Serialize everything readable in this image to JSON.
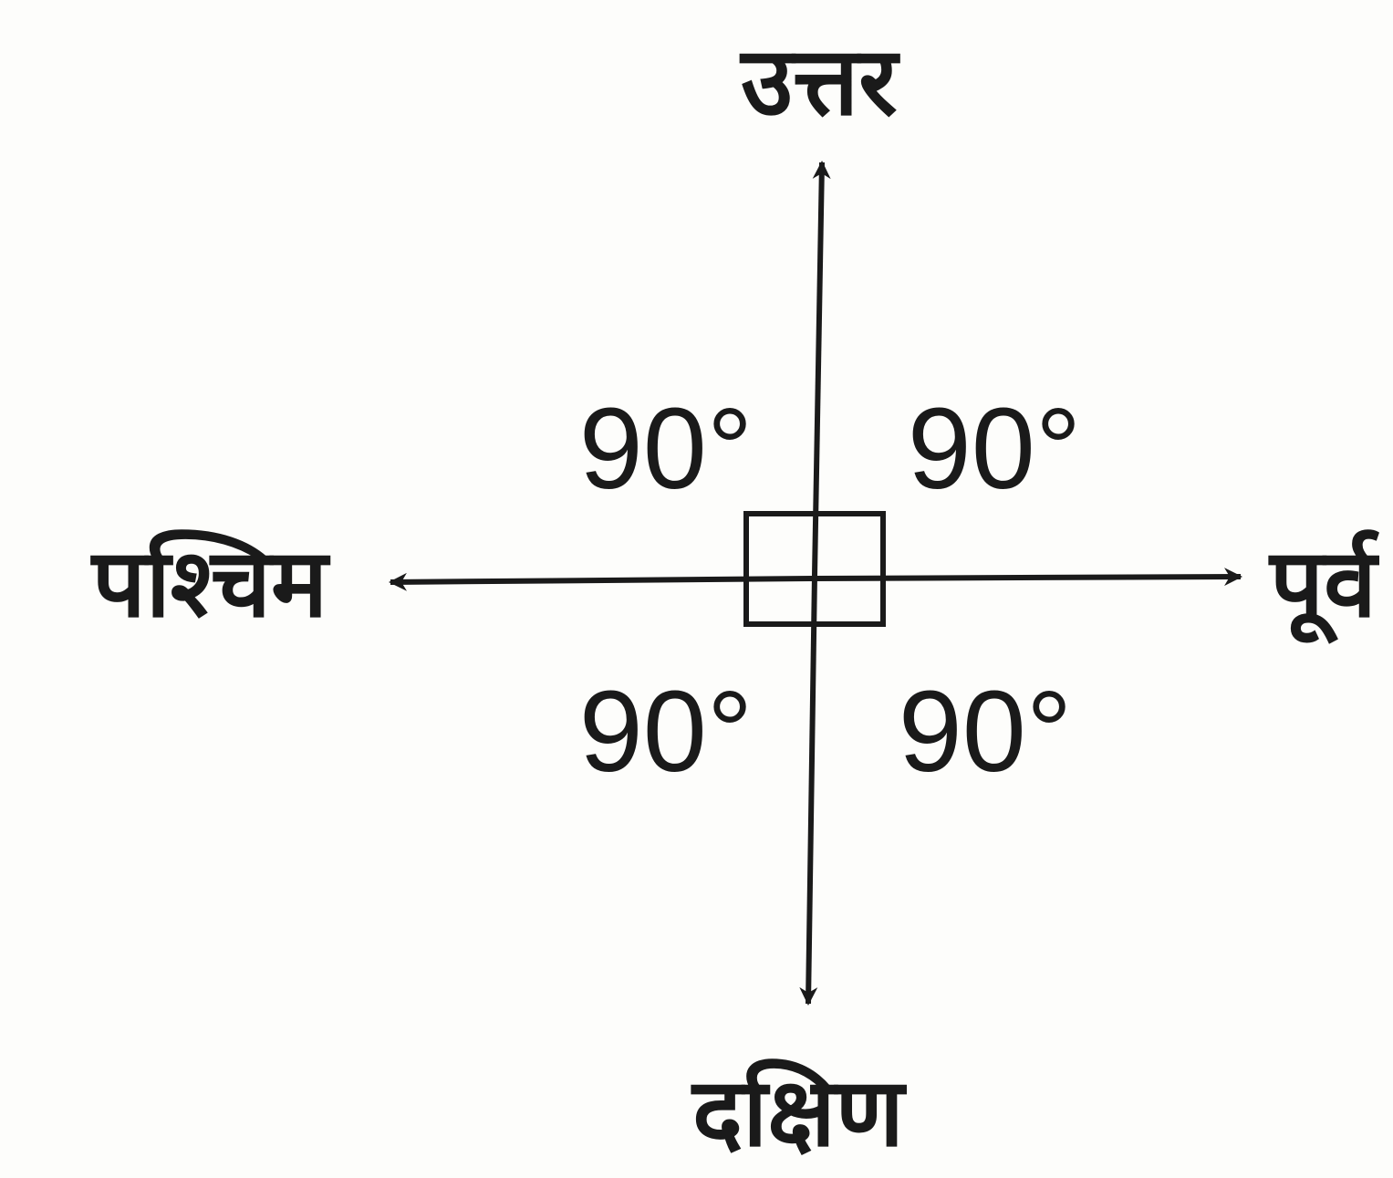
{
  "directions": {
    "north": "उत्तर",
    "south": "दक्षिण",
    "east": "पूर्व",
    "west": "पश्चिम"
  },
  "angles": {
    "top_left": "90°",
    "top_right": "90°",
    "bottom_left": "90°",
    "bottom_right": "90°"
  },
  "colors": {
    "ink": "#1a1a1a",
    "background": "#fdfdfb"
  }
}
